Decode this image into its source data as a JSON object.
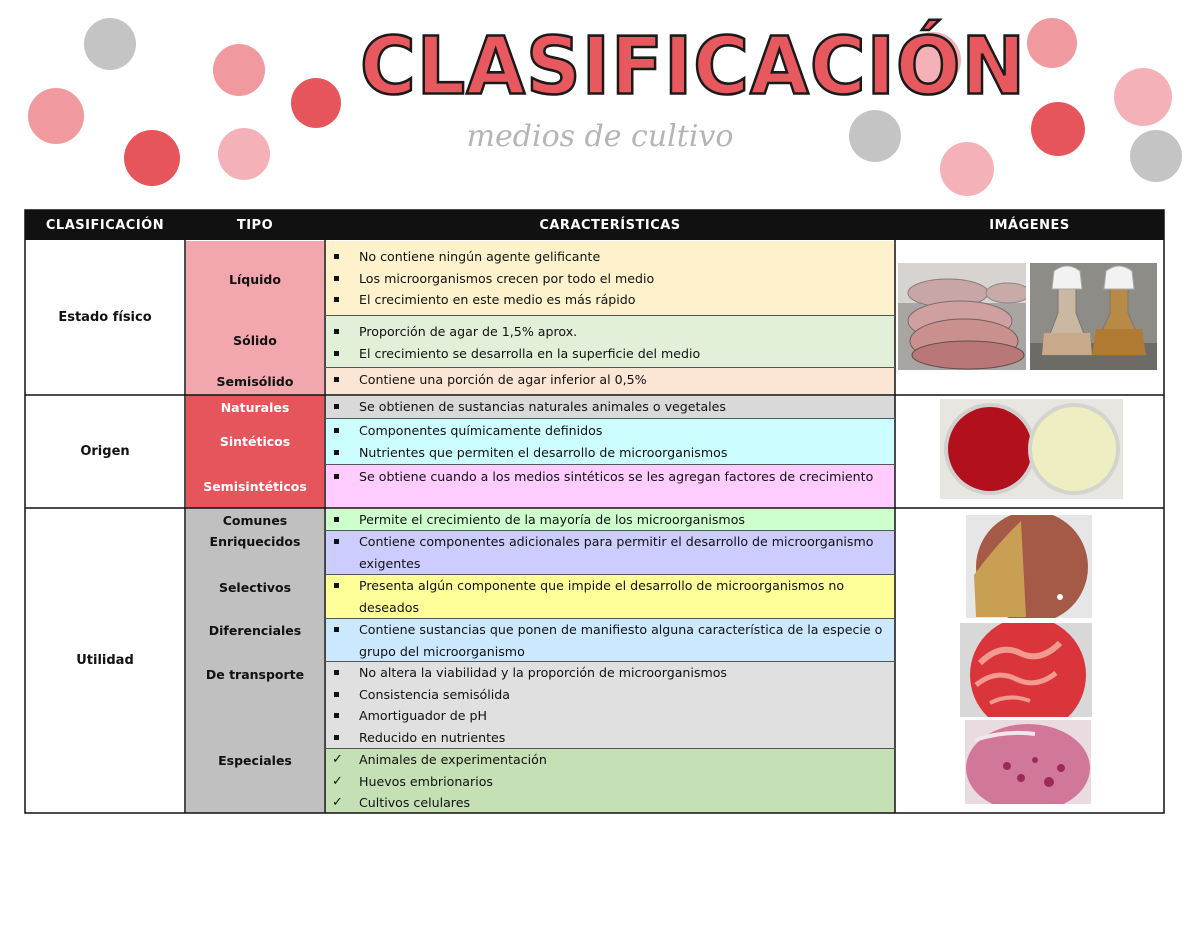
{
  "header": {
    "title": "CLASIFICACIÓN",
    "subtitle": "medios de cultivo"
  },
  "table": {
    "columns": [
      "CLASIFICACIÓN",
      "TIPO",
      "CARACTERÍSTICAS",
      "IMÁGENES"
    ],
    "groups": [
      {
        "label": "Estado físico"
      },
      {
        "label": "Origen"
      },
      {
        "label": "Utilidad"
      }
    ],
    "rows": [
      {
        "tipo": "Líquido",
        "items": [
          "No contiene ningún agente gelificante",
          "Los microorganismos crecen por todo el medio",
          "El crecimiento en este medio es más rápido"
        ]
      },
      {
        "tipo": "Sólido",
        "items": [
          "Proporción de agar de 1,5% aprox.",
          "El crecimiento se desarrolla en la superficie del medio"
        ]
      },
      {
        "tipo": "Semisólido",
        "items": [
          "Contiene una porción de agar inferior al 0,5%"
        ]
      },
      {
        "tipo": "Naturales",
        "items": [
          "Se obtienen de sustancias naturales animales o vegetales"
        ]
      },
      {
        "tipo": "Sintéticos",
        "items": [
          "Componentes químicamente definidos",
          "Nutrientes que permiten el desarrollo de microorganismos"
        ]
      },
      {
        "tipo": "Semisintéticos",
        "items": [
          "Se obtiene cuando a los medios sintéticos se les agregan factores de crecimiento"
        ]
      },
      {
        "tipo": "Comunes",
        "items": [
          "Permite el crecimiento de la mayoría de los microorganismos"
        ]
      },
      {
        "tipo": "Enriquecidos",
        "items": [
          "Contiene componentes adicionales para permitir el desarrollo de microorganismo exigentes"
        ]
      },
      {
        "tipo": "Selectivos",
        "items": [
          "Presenta algún componente que impide el desarrollo de microorganismos no deseados"
        ]
      },
      {
        "tipo": "Diferenciales",
        "items": [
          "Contiene sustancias que ponen de manifiesto alguna característica de la especie o grupo del microorganismo"
        ]
      },
      {
        "tipo": "De transporte",
        "items": [
          "No altera la viabilidad y la proporción de microorganismos",
          "Consistencia semisólida",
          "Amortiguador de pH",
          "Reducido en nutrientes"
        ]
      },
      {
        "tipo": "Especiales",
        "items": [
          "Animales de experimentación",
          "Huevos embrionarios",
          "Cultivos celulares"
        ]
      }
    ]
  },
  "colors": {
    "accent": "#e8585f",
    "tipo_estado": "#f2a7ae",
    "tipo_origen": "#e6555c",
    "tipo_utilidad": "#c0c0c0"
  }
}
